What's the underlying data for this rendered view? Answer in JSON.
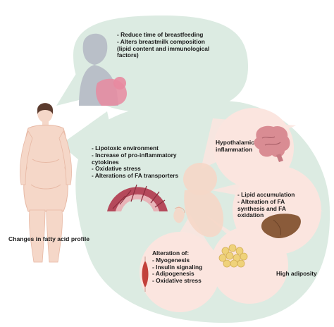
{
  "colors": {
    "bubble_fill": "#dcebe2",
    "bubble_stroke": "#c9e0d2",
    "skin": "#f5d7c8",
    "skin_dark": "#e7b8a4",
    "mother_gray": "#b9bfc8",
    "baby_pink": "#e88aa0",
    "placenta_red": "#b5495b",
    "brain_pink": "#d98c93",
    "liver_brown": "#8a5b3a",
    "fat_yellow": "#efd27a",
    "muscle_red": "#c2403a"
  },
  "icons": [
    "obese-woman-icon",
    "breastfeeding-mother-icon",
    "placenta-icon",
    "fetus-icon",
    "brain-icon",
    "liver-icon",
    "adipocyte-icon",
    "muscle-icon"
  ],
  "breastfeeding": {
    "lines": [
      "- Reduce time of breastfeeding",
      "- Alters breastmilk composition",
      "(lipid content and immunological",
      "factors)"
    ]
  },
  "placenta": {
    "lines": [
      "- Lipotoxic environment",
      "- Increase of pro-inflammatory",
      "cytokines",
      "- Oxidative stress",
      "- Alterations of FA transporters"
    ]
  },
  "caption": "Changes in fatty acid profile",
  "brain": {
    "lines": [
      "Hypothalamic",
      "inflammation"
    ]
  },
  "liver": {
    "lines": [
      "- Lipid accumulation",
      "- Alteration of FA",
      "synthesis and FA",
      "oxidation"
    ]
  },
  "adipose": {
    "lines": [
      "High adiposity"
    ]
  },
  "muscle": {
    "lines": [
      "Alteration of:",
      "- Myogenesis",
      "- Insulin signaling",
      "- Adipogenesis",
      "- Oxidative stress"
    ]
  }
}
